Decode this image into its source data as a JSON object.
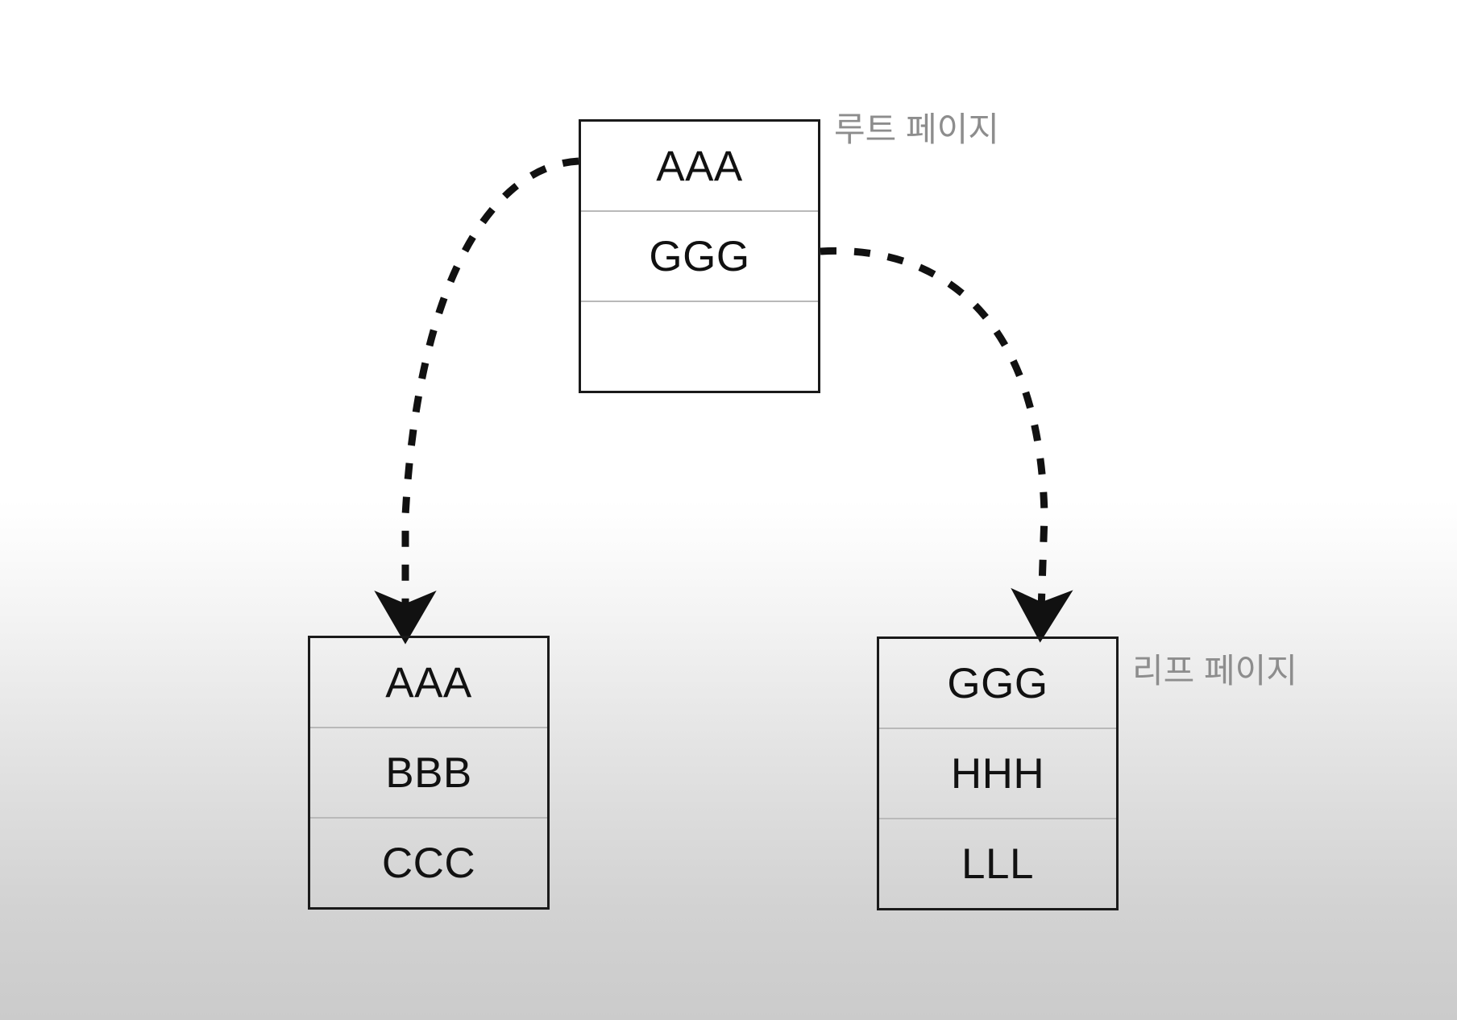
{
  "diagram": {
    "title": "B-tree page structure",
    "background": {
      "top_color": "#ffffff",
      "bottom_color": "#cbcbcb"
    },
    "node_border_color": "#1a1a1a",
    "slot_divider_color": "#b9b9b9",
    "label_color": "#8d8d8d",
    "edge_color": "#111111"
  },
  "nodes": {
    "root": {
      "kind": "root-page",
      "slots": [
        {
          "key": "AAA"
        },
        {
          "key": "GGG"
        },
        {
          "key": ""
        }
      ]
    },
    "left_leaf": {
      "kind": "leaf-page",
      "slots": [
        {
          "key": "AAA"
        },
        {
          "key": "BBB"
        },
        {
          "key": "CCC"
        }
      ]
    },
    "right_leaf": {
      "kind": "leaf-page",
      "slots": [
        {
          "key": "GGG"
        },
        {
          "key": "HHH"
        },
        {
          "key": "LLL"
        }
      ]
    }
  },
  "labels": {
    "root_page": "루트 페이지",
    "leaf_page": "리프 페이지"
  },
  "edges": [
    {
      "name": "root-AAA-to-left-leaf",
      "from": "root.slots.0",
      "to": "left_leaf",
      "style": "dashed",
      "arrowhead": true
    },
    {
      "name": "root-GGG-to-right-leaf",
      "from": "root.slots.1",
      "to": "right_leaf",
      "style": "dashed",
      "arrowhead": true
    }
  ]
}
